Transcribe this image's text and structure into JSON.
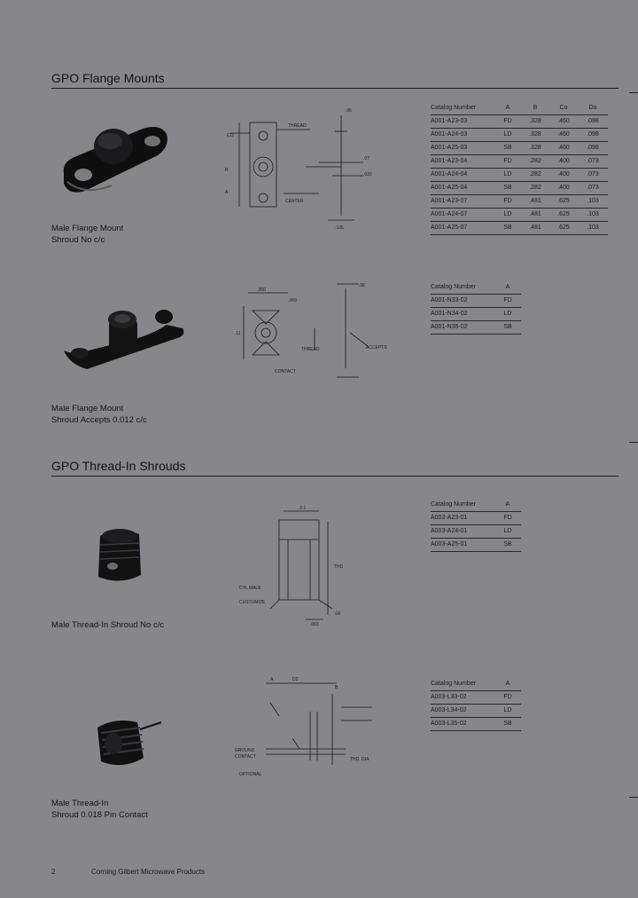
{
  "sections": [
    {
      "title": "GPO Flange Mounts"
    },
    {
      "title": "GPO Thread-In Shrouds"
    }
  ],
  "products": [
    {
      "caption_lines": [
        "Male Flange Mount",
        "Shroud No c/c"
      ]
    },
    {
      "caption_lines": [
        "Male Flange Mount",
        "Shroud Accepts 0.012 c/c"
      ]
    },
    {
      "caption_lines": [
        "Male Thread-In Shroud No c/c"
      ]
    },
    {
      "caption_lines": [
        "Male Thread-In",
        "Shroud 0.018 Pin Contact"
      ]
    }
  ],
  "tables": [
    {
      "headers": [
        "Catalog Number",
        "A",
        "B",
        "Co",
        "Do"
      ],
      "rows": [
        [
          "A001-A23-03",
          "FD",
          ".328",
          ".460",
          ".098"
        ],
        [
          "A001-A24-03",
          "LD",
          ".328",
          ".460",
          ".098"
        ],
        [
          "A001-A25-03",
          "SB",
          ".328",
          ".460",
          ".098"
        ],
        [
          "A001-A23-04",
          "FD",
          ".282",
          ".400",
          ".073"
        ],
        [
          "A001-A24-04",
          "LD",
          ".282",
          ".400",
          ".073"
        ],
        [
          "A001-A25-04",
          "SB",
          ".282",
          ".400",
          ".073"
        ],
        [
          "A001-A23-07",
          "FD",
          ".481",
          ".625",
          ".103"
        ],
        [
          "A001-A24-07",
          "LD",
          ".481",
          ".625",
          ".103"
        ],
        [
          "A001-A25-07",
          "SB",
          ".481",
          ".625",
          ".103"
        ]
      ]
    },
    {
      "headers": [
        "Catalog Number",
        "A"
      ],
      "rows": [
        [
          "A001-N33-02",
          "FD"
        ],
        [
          "A001-N34-02",
          "LD"
        ],
        [
          "A001-N35-02",
          "SB"
        ]
      ]
    },
    {
      "headers": [
        "Catalog Number",
        "A"
      ],
      "rows": [
        [
          "A003-A23-01",
          "FD"
        ],
        [
          "A003-A24-01",
          "LD"
        ],
        [
          "A003-A25-01",
          "SB"
        ]
      ]
    },
    {
      "headers": [
        "Catalog Number",
        "A"
      ],
      "rows": [
        [
          "A003-L33-02",
          "FD"
        ],
        [
          "A003-L34-02",
          "LD"
        ],
        [
          "A003-L35-02",
          "SB"
        ]
      ]
    }
  ],
  "footer": {
    "page_number": "2",
    "text": "Corning Gilbert Microwave Products"
  }
}
